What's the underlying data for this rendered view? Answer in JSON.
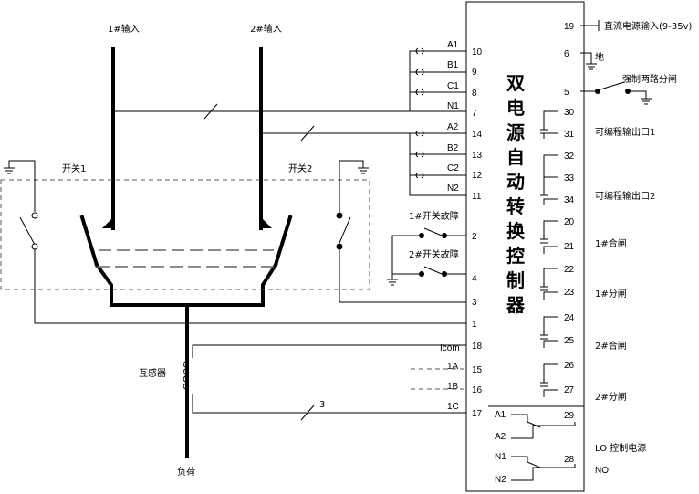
{
  "controller": {
    "title_chars": [
      "双",
      "电",
      "源",
      "自",
      "动",
      "转",
      "换",
      "控",
      "制",
      "器"
    ]
  },
  "inputs": {
    "input1": "1#输入",
    "input2": "2#输入"
  },
  "switches": {
    "switch1": "开关1",
    "switch2": "开关2"
  },
  "transformer": {
    "label": "互感器",
    "wire_count": "3"
  },
  "load": {
    "label": "负荷"
  },
  "faults": {
    "fault1": "1#开关故障",
    "fault2": "2#开关故障"
  },
  "pins_left": [
    {
      "num": "10",
      "label": "A1"
    },
    {
      "num": "9",
      "label": "B1"
    },
    {
      "num": "8",
      "label": "C1"
    },
    {
      "num": "7",
      "label": "N1"
    },
    {
      "num": "14",
      "label": "A2"
    },
    {
      "num": "13",
      "label": "B2"
    },
    {
      "num": "12",
      "label": "C2"
    },
    {
      "num": "11",
      "label": "N2"
    },
    {
      "num": "2",
      "label": ""
    },
    {
      "num": "4",
      "label": ""
    },
    {
      "num": "3",
      "label": ""
    },
    {
      "num": "1",
      "label": ""
    },
    {
      "num": "18",
      "label": "Icom"
    },
    {
      "num": "15",
      "label": "1A"
    },
    {
      "num": "16",
      "label": "1B"
    },
    {
      "num": "17",
      "label": "1C"
    }
  ],
  "pins_right": [
    {
      "num": "19",
      "label": "直流电源输入(9-35v)"
    },
    {
      "num": "6",
      "label": "地"
    },
    {
      "num": "5",
      "label": "强制两路分闸"
    },
    {
      "num": "30",
      "label": ""
    },
    {
      "num": "31",
      "label": "可编程输出口1"
    },
    {
      "num": "32",
      "label": ""
    },
    {
      "num": "33",
      "label": ""
    },
    {
      "num": "34",
      "label": "可编程输出口2"
    },
    {
      "num": "20",
      "label": ""
    },
    {
      "num": "21",
      "label": "1#合闸"
    },
    {
      "num": "22",
      "label": ""
    },
    {
      "num": "23",
      "label": "1#分闸"
    },
    {
      "num": "24",
      "label": ""
    },
    {
      "num": "25",
      "label": "2#合闸"
    },
    {
      "num": "26",
      "label": ""
    },
    {
      "num": "27",
      "label": "2#分闸"
    }
  ],
  "relays": {
    "r29": {
      "num": "29",
      "a": "A1",
      "b": "A2"
    },
    "r28": {
      "num": "28",
      "a": "N1",
      "b": "N2",
      "lo": "LO 控制电源",
      "no": "NO"
    }
  }
}
